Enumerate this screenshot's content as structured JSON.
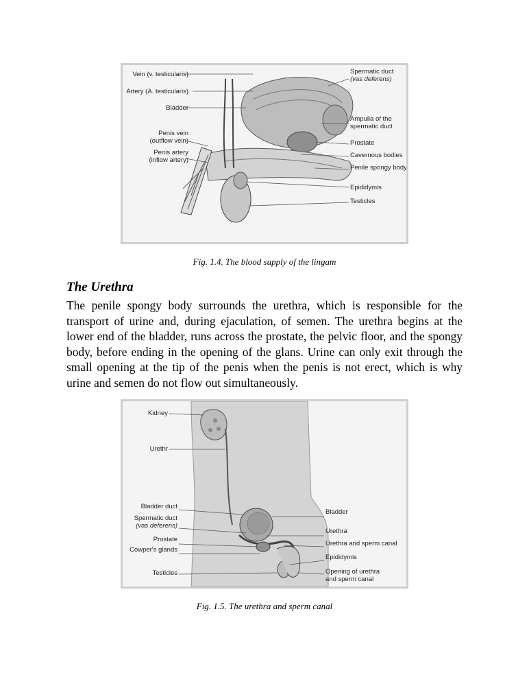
{
  "figure1": {
    "labels_left": {
      "vein": "Vein (v. testicularis)",
      "artery": "Artery (A. testicularis)",
      "bladder": "Bladder",
      "penis_vein_1": "Penis vein",
      "penis_vein_2": "(outflow vein)",
      "penis_artery_1": "Penis artery",
      "penis_artery_2": "(inflow artery)"
    },
    "labels_right": {
      "spermatic_duct_1": "Spermatic duct",
      "spermatic_duct_2": "(vas deferens)",
      "ampulla_1": "Ampulla of the",
      "ampulla_2": "spermatic duct",
      "prostate": "Prostate",
      "cavernous": "Cavernous bodies",
      "spongy": "Penile spongy body",
      "epididymis": "Epididymis",
      "testicles": "Testicles"
    },
    "caption": "Fig. 1.4. The blood supply of the lingam"
  },
  "section": {
    "heading": "The Urethra",
    "body": "The penile spongy body surrounds the urethra, which is responsible for the transport of urine and, during ejaculation, of semen. The urethra begins at the lower end of the bladder, runs across the prostate, the pelvic floor, and the spongy body, before ending in the opening of the glans. Urine can only exit through the small opening at the tip of the penis when the penis is not erect, which is why urine and semen do not flow out simultaneously."
  },
  "figure2": {
    "labels_left": {
      "kidney": "Kidney",
      "urethr": "Urethr",
      "bladder_duct": "Bladder duct",
      "spermatic_duct_1": "Spermatic duct",
      "spermatic_duct_2": "(vas deferens)",
      "prostate": "Prostate",
      "cowpers": "Cowper's glands",
      "testicles": "Testicles"
    },
    "labels_right": {
      "bladder": "Bladder",
      "urethra": "Urethra",
      "urethra_sperm": "Urethra and sperm canal",
      "epididymis": "Epididymis",
      "opening_1": "Opening of urethra",
      "opening_2": "and sperm canal"
    },
    "caption": "Fig. 1.5. The urethra and sperm canal"
  }
}
